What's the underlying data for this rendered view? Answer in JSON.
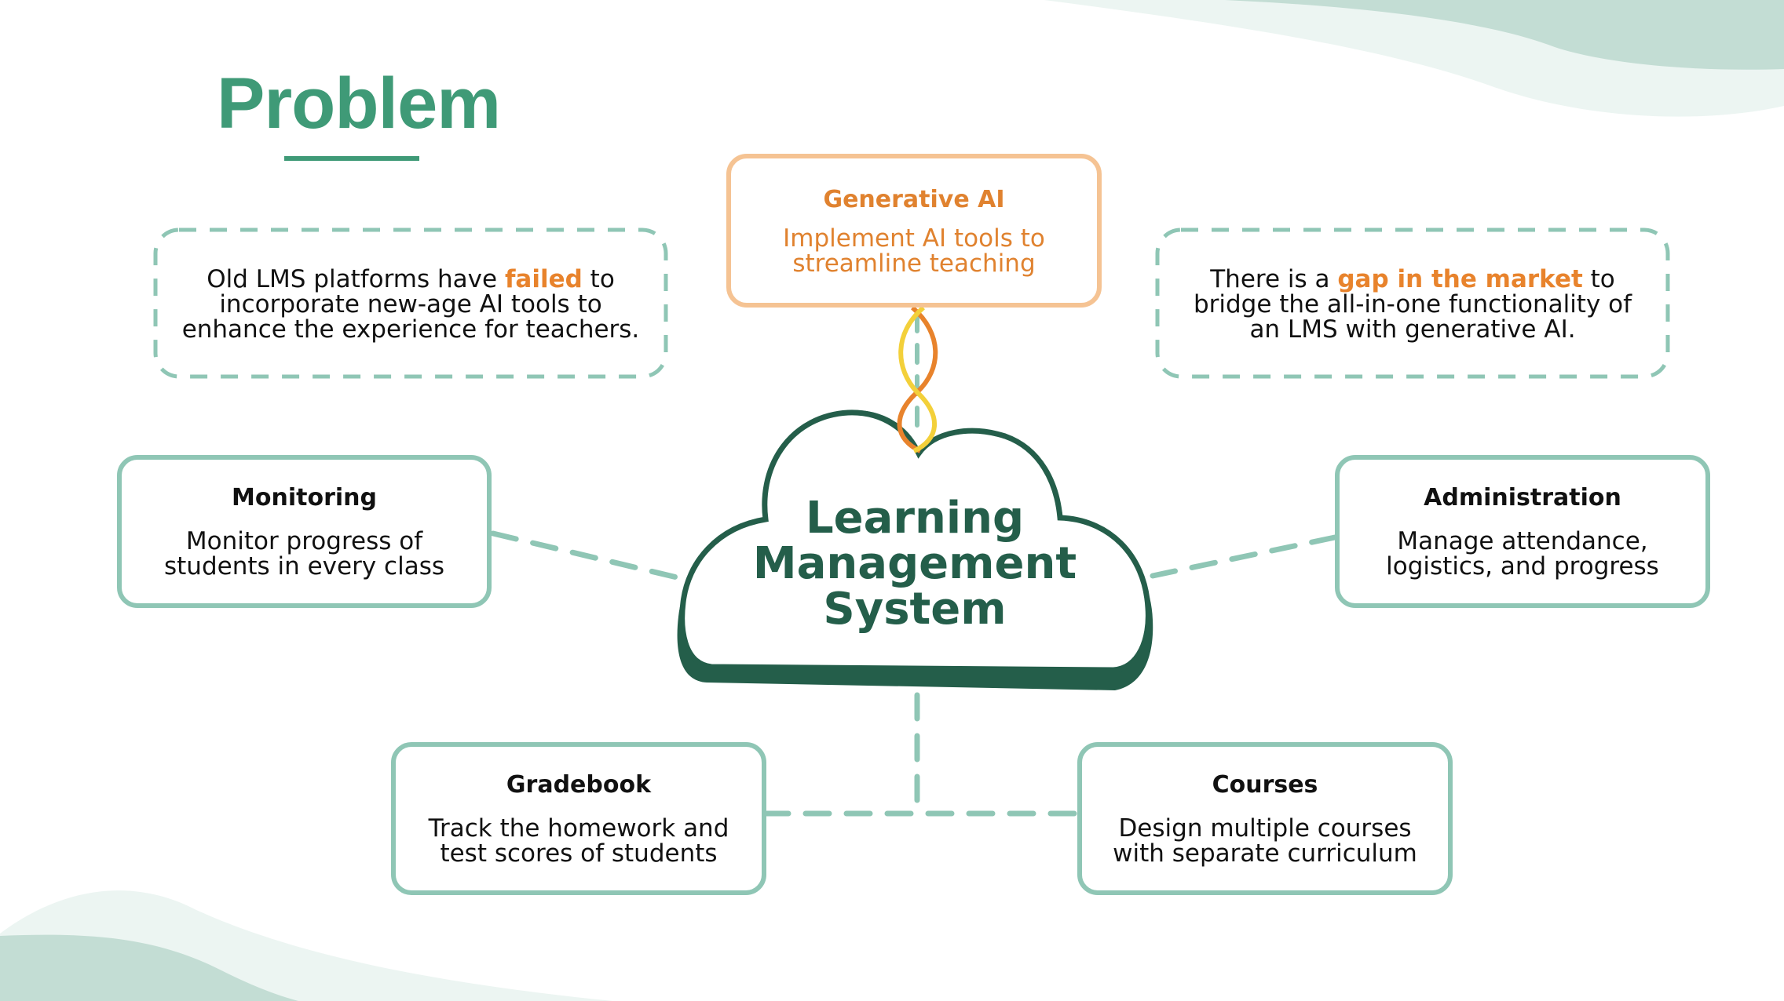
{
  "slide": {
    "title": "Problem",
    "colors": {
      "title_green": "#3f9a77",
      "cloud_green": "#245e4a",
      "box_border": "#8fc6b5",
      "ai_border": "#f5c393",
      "highlight_orange": "#e8832c",
      "helix_orange": "#e8832c",
      "helix_yellow": "#f3d03a"
    }
  },
  "center": {
    "lines": [
      "Learning",
      "Management",
      "System"
    ]
  },
  "generative_ai": {
    "heading": "Generative AI",
    "body_line1": "Implement AI tools to",
    "body_line2": "streamline teaching"
  },
  "problem_left": {
    "pre": "Old LMS platforms have ",
    "highlight": "failed",
    "post_line1": " to",
    "line2": "incorporate new-age AI tools to",
    "line3": "enhance the experience for teachers."
  },
  "problem_right": {
    "pre": "There is a ",
    "highlight": "gap in the market",
    "post_line1": " to",
    "line2": "bridge the all-in-one functionality of",
    "line3": "an LMS with generative AI."
  },
  "features": [
    {
      "heading": "Monitoring",
      "line1": "Monitor progress of",
      "line2": "students in every class"
    },
    {
      "heading": "Administration",
      "line1": "Manage attendance,",
      "line2": "logistics, and progress"
    },
    {
      "heading": "Gradebook",
      "line1": "Track the homework and",
      "line2": "test scores of students"
    },
    {
      "heading": "Courses",
      "line1": "Design multiple courses",
      "line2": "with separate curriculum"
    }
  ]
}
